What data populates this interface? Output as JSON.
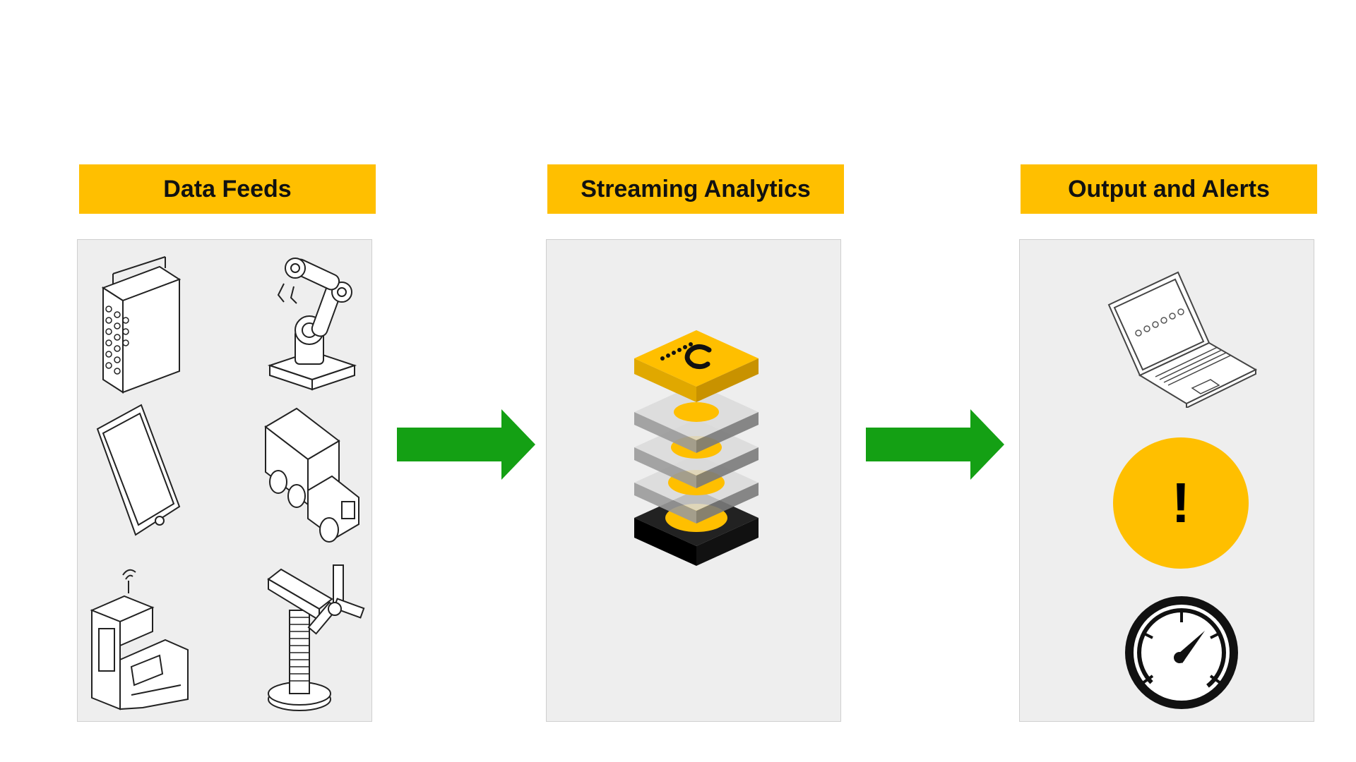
{
  "stages": [
    {
      "title": "Data Feeds"
    },
    {
      "title": "Streaming Analytics"
    },
    {
      "title": "Output and Alerts"
    }
  ],
  "alert_symbol": "!",
  "icons": {
    "data_feeds": [
      "server-cabinet-icon",
      "robot-arm-icon",
      "smartphone-icon",
      "truck-icon",
      "kiosk-machine-icon",
      "wind-turbine-icon"
    ],
    "streaming_analytics": [
      "processing-stack-icon"
    ],
    "output_alerts": [
      "laptop-icon",
      "alert-icon",
      "gauge-icon"
    ]
  },
  "colors": {
    "accent_yellow": "#FFBF00",
    "arrow_green": "#14A014",
    "panel_gray": "#EEEEEE",
    "line_black": "#111111"
  }
}
